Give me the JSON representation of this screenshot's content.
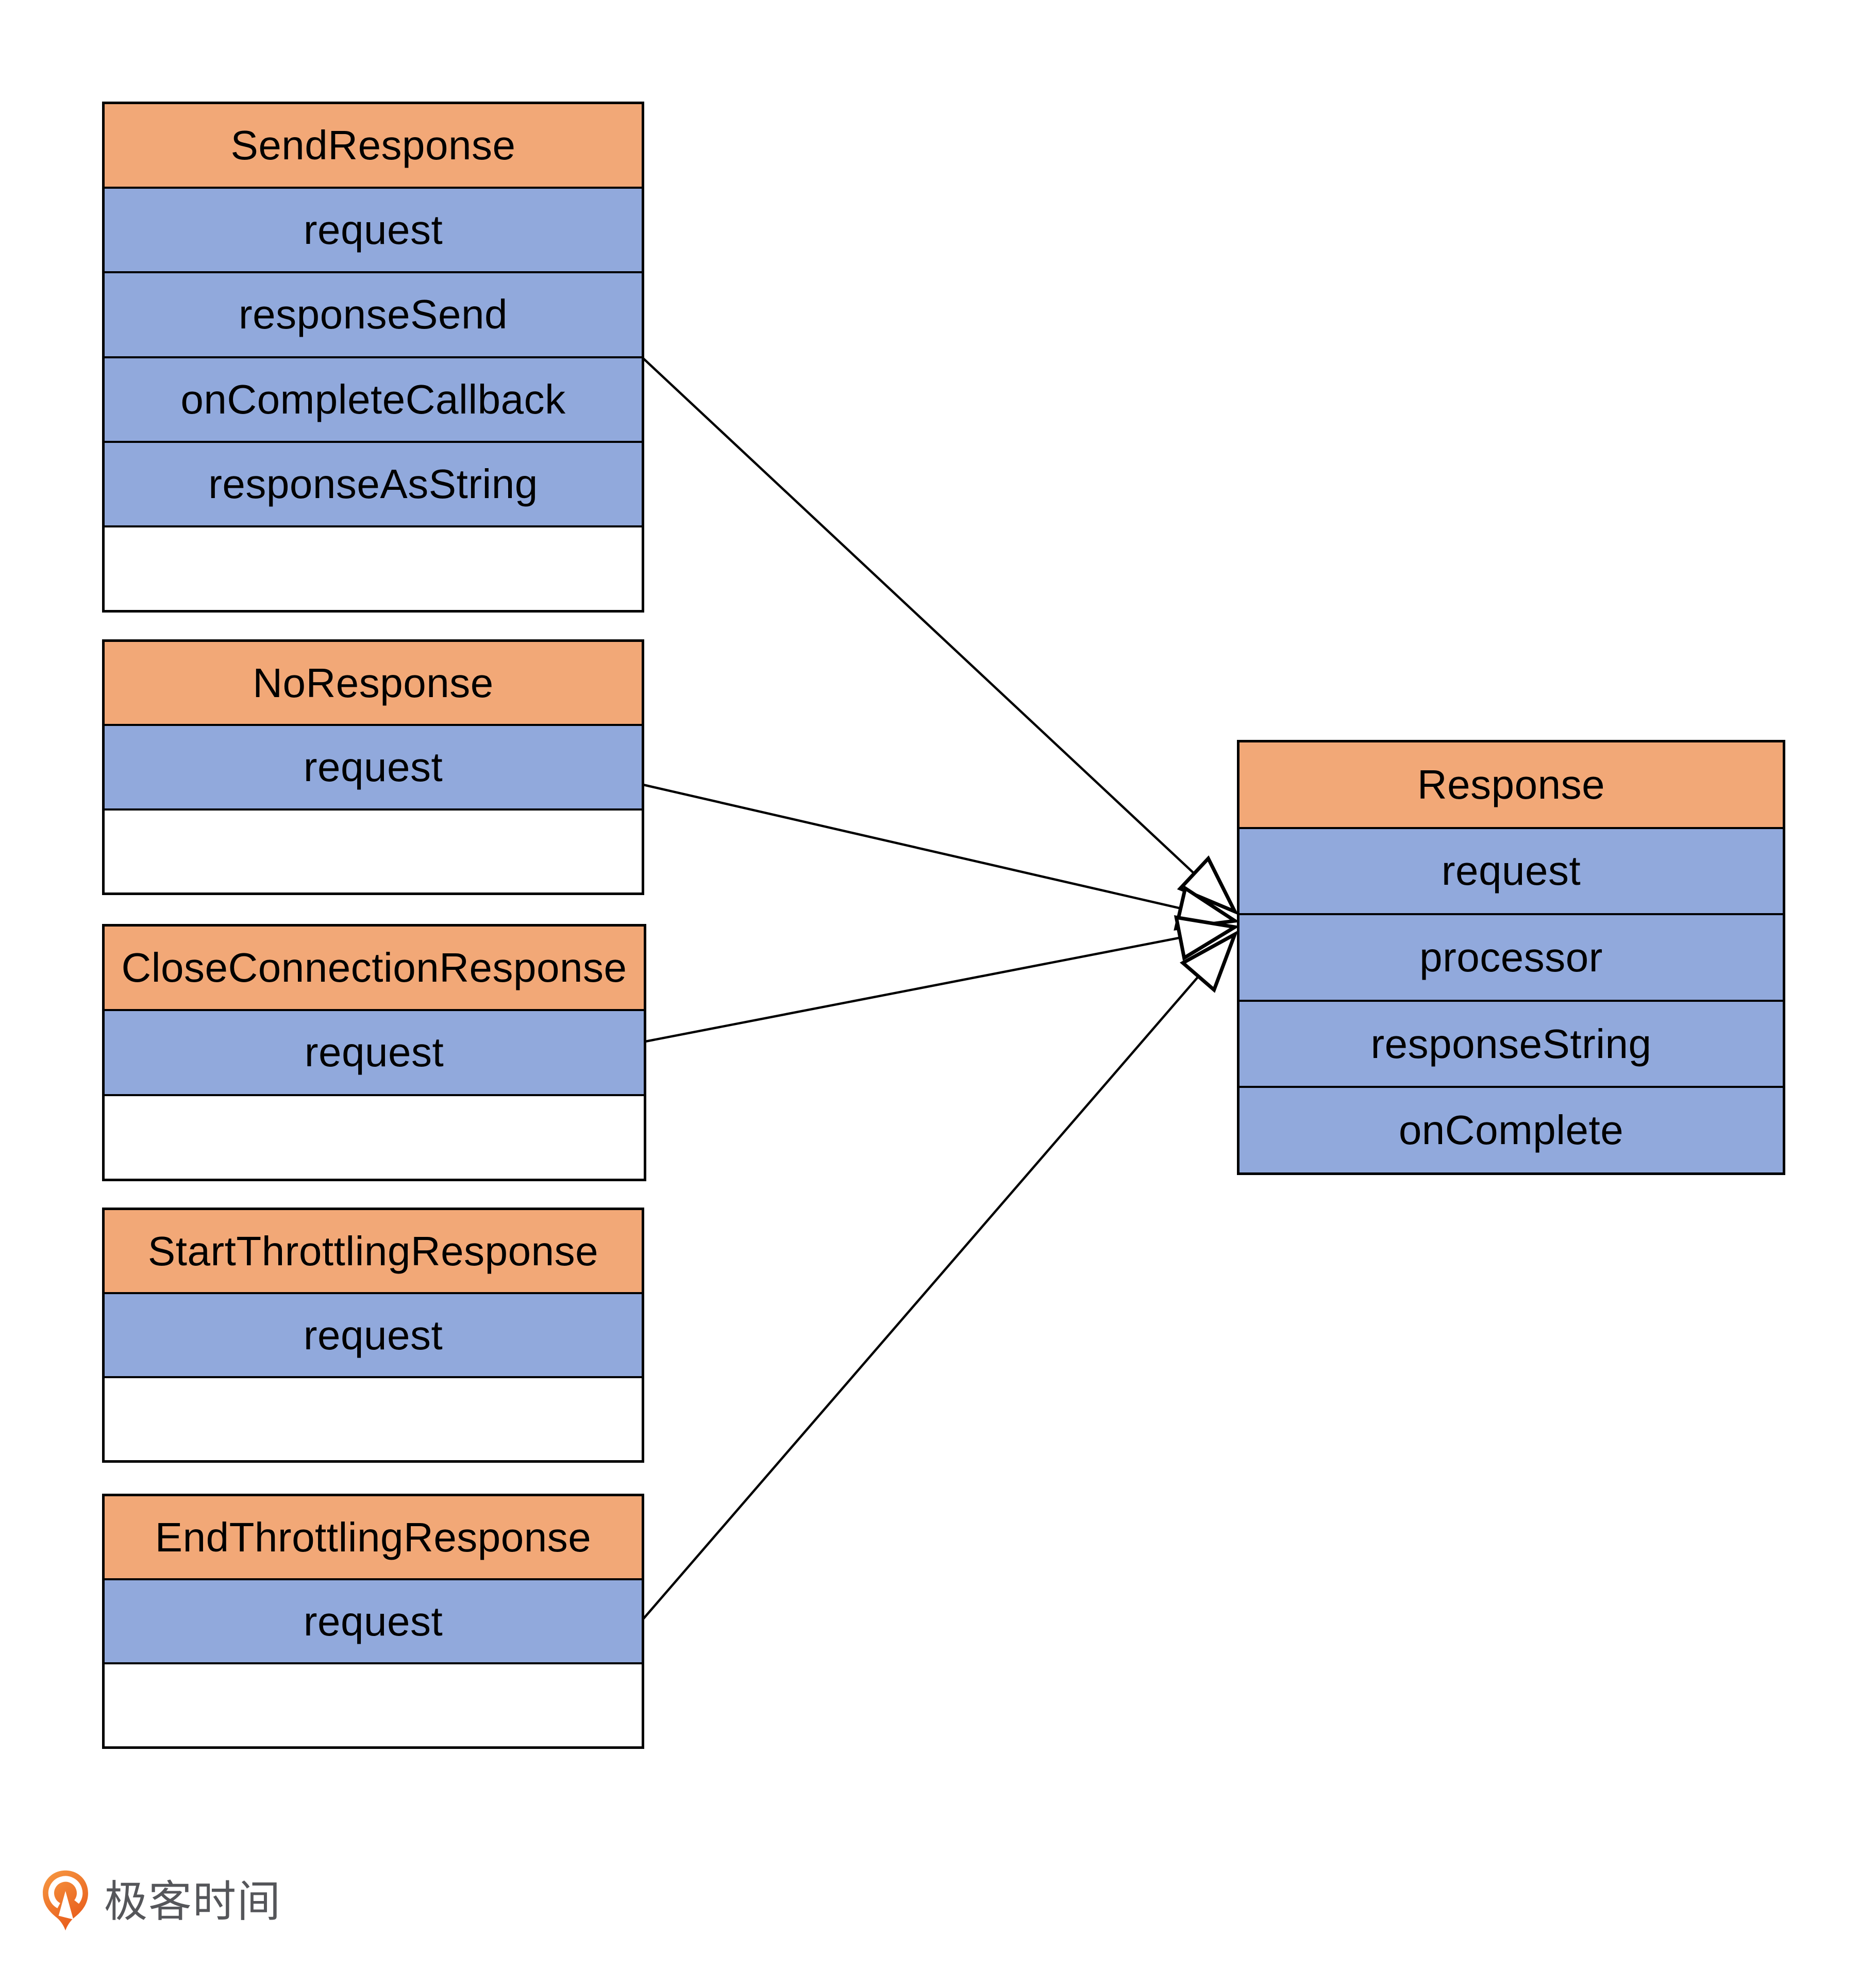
{
  "diagram": {
    "classes": [
      {
        "id": "sendresponse",
        "title": "SendResponse",
        "attributes": [
          "request",
          "responseSend",
          "onCompleteCallback",
          "responseAsString"
        ]
      },
      {
        "id": "noresponse",
        "title": "NoResponse",
        "attributes": [
          "request"
        ]
      },
      {
        "id": "closeconnectionresponse",
        "title": "CloseConnectionResponse",
        "attributes": [
          "request"
        ]
      },
      {
        "id": "startthrottlingresponse",
        "title": "StartThrottlingResponse",
        "attributes": [
          "request"
        ]
      },
      {
        "id": "endthrottlingresponse",
        "title": "EndThrottlingResponse",
        "attributes": [
          "request"
        ]
      },
      {
        "id": "response",
        "title": "Response",
        "attributes": [
          "request",
          "processor",
          "responseString",
          "onComplete"
        ]
      }
    ],
    "connections": [
      {
        "from": "SendResponse",
        "to": "Response",
        "arrow": "open-triangle"
      },
      {
        "from": "NoResponse",
        "to": "Response",
        "arrow": "open-triangle"
      },
      {
        "from": "CloseConnectionResponse",
        "to": "Response",
        "arrow": "open-triangle"
      },
      {
        "from": "EndThrottlingResponse",
        "to": "Response",
        "arrow": "open-triangle"
      }
    ],
    "colors": {
      "header_fill": "#F2A877",
      "attribute_fill": "#91A9DC",
      "border": "#000000",
      "background": "#FFFFFF"
    }
  },
  "footer": {
    "logo_text": "极客时间",
    "logo_icon": "geektime-pin-icon",
    "logo_orange": "#EE6A1E",
    "logo_text_color": "#55565A"
  }
}
